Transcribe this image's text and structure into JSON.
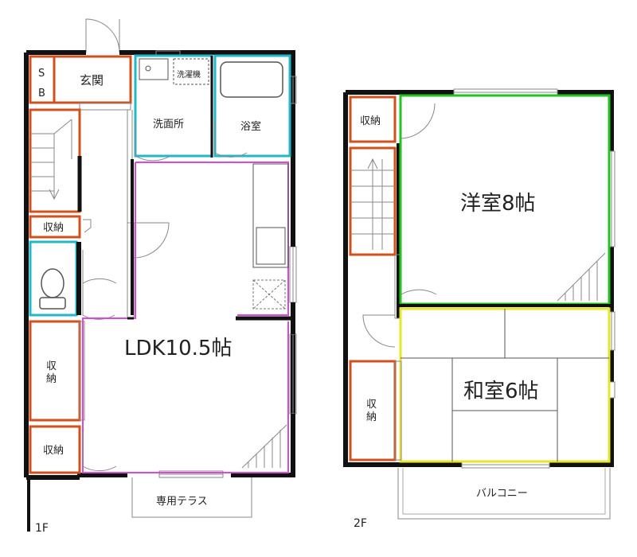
{
  "floor1": {
    "label": "1F",
    "rooms": {
      "sb_s": "S",
      "sb_b": "B",
      "genkan": "玄関",
      "washing_machine": "洗濯機",
      "senmenjo": "洗面所",
      "yokushitsu": "浴室",
      "shuno_stair": "収納",
      "ldk": "LDK10.5帖",
      "shuno_mid_1": "収",
      "shuno_mid_2": "納",
      "shuno_bottom": "収納",
      "terrace": "専用テラス"
    }
  },
  "floor2": {
    "label": "2F",
    "rooms": {
      "shuno_top": "収納",
      "yoshitsu": "洋室8帖",
      "washitsu": "和室6帖",
      "shuno_side_1": "収",
      "shuno_side_2": "納",
      "balcony": "バルコニー"
    }
  },
  "colors": {
    "wall": "#111111",
    "storage": "#d2501e",
    "wet_area": "#22b8c6",
    "ldk": "#d84ad8",
    "western_room": "#22c422",
    "japanese_room": "#e6e62a",
    "grey_line": "#888888"
  }
}
